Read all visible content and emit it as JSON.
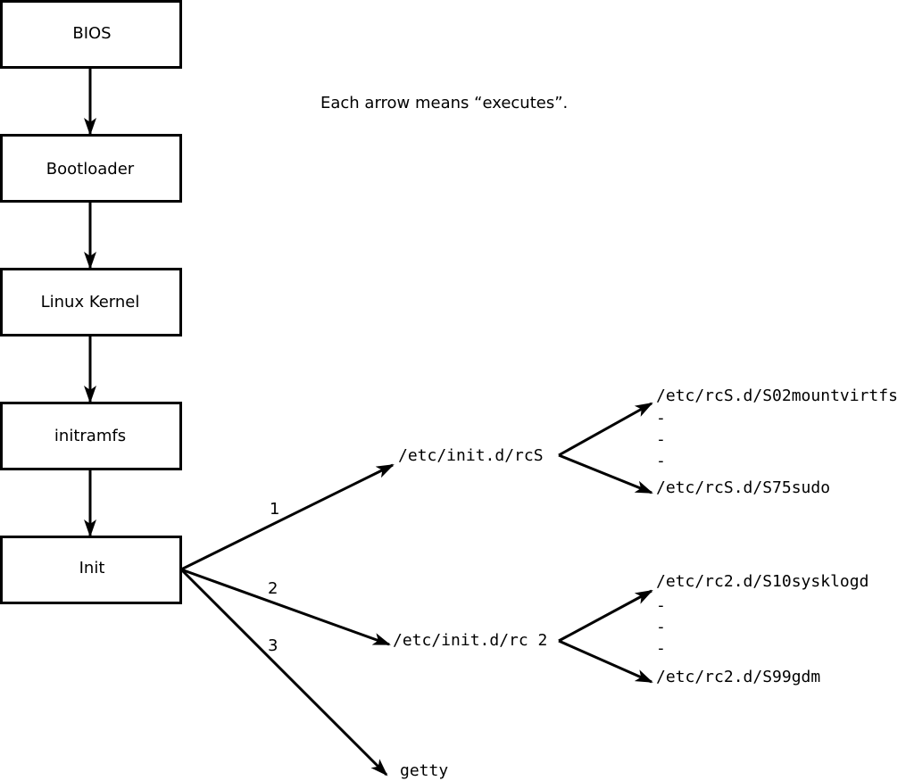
{
  "note": "Each arrow means “executes”.",
  "boxes": {
    "bios": "BIOS",
    "bootloader": "Bootloader",
    "kernel": "Linux Kernel",
    "initramfs": "initramfs",
    "init": "Init"
  },
  "targets": {
    "rcs": "/etc/init.d/rcS",
    "rc2": "/etc/init.d/rc 2",
    "getty": "getty"
  },
  "edge_labels": {
    "one": "1",
    "two": "2",
    "three": "3"
  },
  "rcs_scripts": {
    "first": "/etc/rcS.d/S02mountvirtfs",
    "dash1": "-",
    "dash2": "-",
    "dash3": "-",
    "last": "/etc/rcS.d/S75sudo"
  },
  "rc2_scripts": {
    "first": "/etc/rc2.d/S10sysklogd",
    "dash1": "-",
    "dash2": "-",
    "dash3": "-",
    "last": "/etc/rc2.d/S99gdm"
  }
}
